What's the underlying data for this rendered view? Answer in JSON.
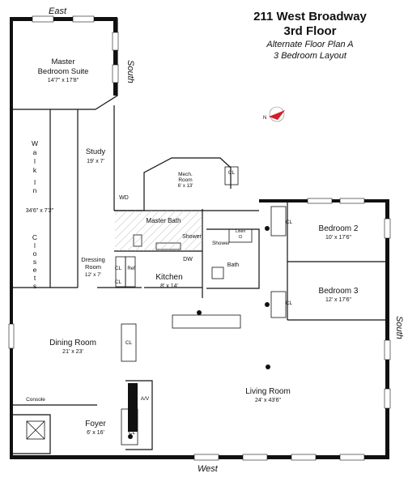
{
  "title": {
    "building": "211 West Broadway",
    "floor": "3rd Floor",
    "plan": "Alternate Floor Plan A",
    "layout": "3 Bedroom Layout"
  },
  "compass": {
    "north_label": "N",
    "accent": "#d0202a"
  },
  "directions": {
    "top": "East",
    "bottom": "West",
    "right_upper": "South",
    "right_lower": "South"
  },
  "rooms": {
    "master_suite": {
      "name1": "Master",
      "name2": "Bedroom Suite",
      "dims": "14'7\" x 17'8\""
    },
    "walk_in": {
      "letters": [
        "W",
        "a",
        "l",
        "k",
        "",
        "I",
        "n"
      ],
      "dims": "34'6\" x 7'2\"",
      "closets": [
        "C",
        "l",
        "o",
        "s",
        "e",
        "t",
        "s"
      ]
    },
    "study": {
      "name": "Study",
      "dims": "19' x 7'"
    },
    "mech": {
      "name1": "Mech.",
      "name2": "Room",
      "dims": "6' x 13'"
    },
    "master_bath": {
      "name": "Master Bath"
    },
    "shower1": {
      "name": "Shower"
    },
    "shower2": {
      "name": "Shower"
    },
    "bath": {
      "name": "Bath"
    },
    "linen": {
      "name1": "Linen",
      "name2": "Cl"
    },
    "kitchen": {
      "name": "Kitchen",
      "dims": "8' x 14'"
    },
    "dw": {
      "name": "DW"
    },
    "ref": {
      "name": "Ref"
    },
    "wd": {
      "name": "WD"
    },
    "dressing": {
      "name1": "Dressing",
      "name2": "Room",
      "dims": "12' x 7'"
    },
    "bedroom2": {
      "name": "Bedroom 2",
      "dims": "10' x 17'6\""
    },
    "bedroom3": {
      "name": "Bedroom 3",
      "dims": "12' x 17'6\""
    },
    "dining": {
      "name": "Dining Room",
      "dims": "21' x 23'"
    },
    "living": {
      "name": "Living Room",
      "dims": "24' x 43'6\""
    },
    "foyer": {
      "name": "Foyer",
      "dims": "6' x 16'"
    },
    "console": {
      "name": "Console"
    },
    "av": {
      "name": "A/V"
    },
    "closet": {
      "name": "CL"
    }
  }
}
